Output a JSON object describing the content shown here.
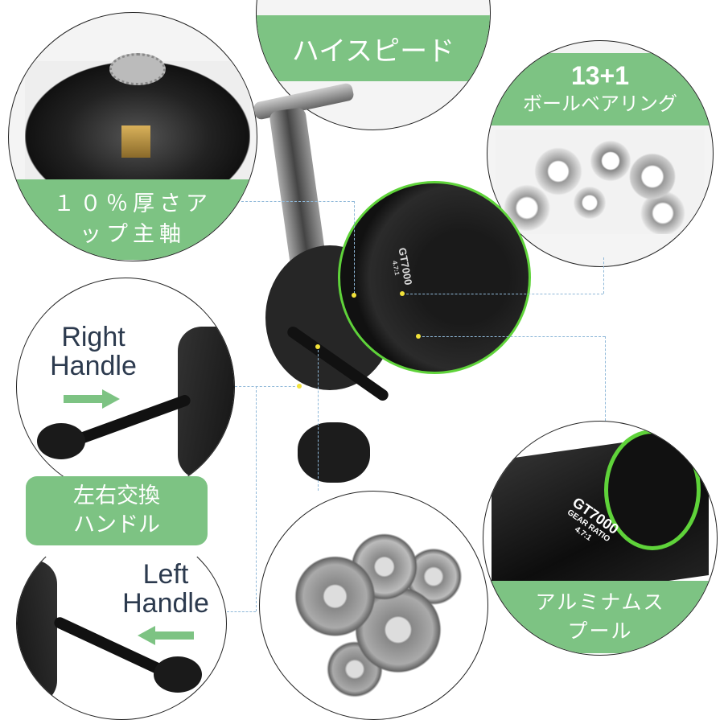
{
  "labels": {
    "high_speed": "ハイスピード",
    "bearing_count": "13+1",
    "bearing_label": "ボールベアリング",
    "shaft_line1": "１０％厚さア",
    "shaft_line2": "ップ主軸",
    "right_handle_line1": "Right",
    "right_handle_line2": "Handle",
    "swap_line1": "左右交換",
    "swap_line2": "ハンドル",
    "left_handle_line1": "Left",
    "left_handle_line2": "Handle",
    "spool_line1": "アルミナムス",
    "spool_line2": "プール"
  },
  "reel": {
    "model": "GT7000",
    "gear_ratio_label": "GEAR RATIO",
    "gear_ratio": "4.7:1"
  },
  "colors": {
    "accent_green": "#7dc383",
    "reel_green": "#5fd33a",
    "leader_line": "#8fb8d8"
  }
}
